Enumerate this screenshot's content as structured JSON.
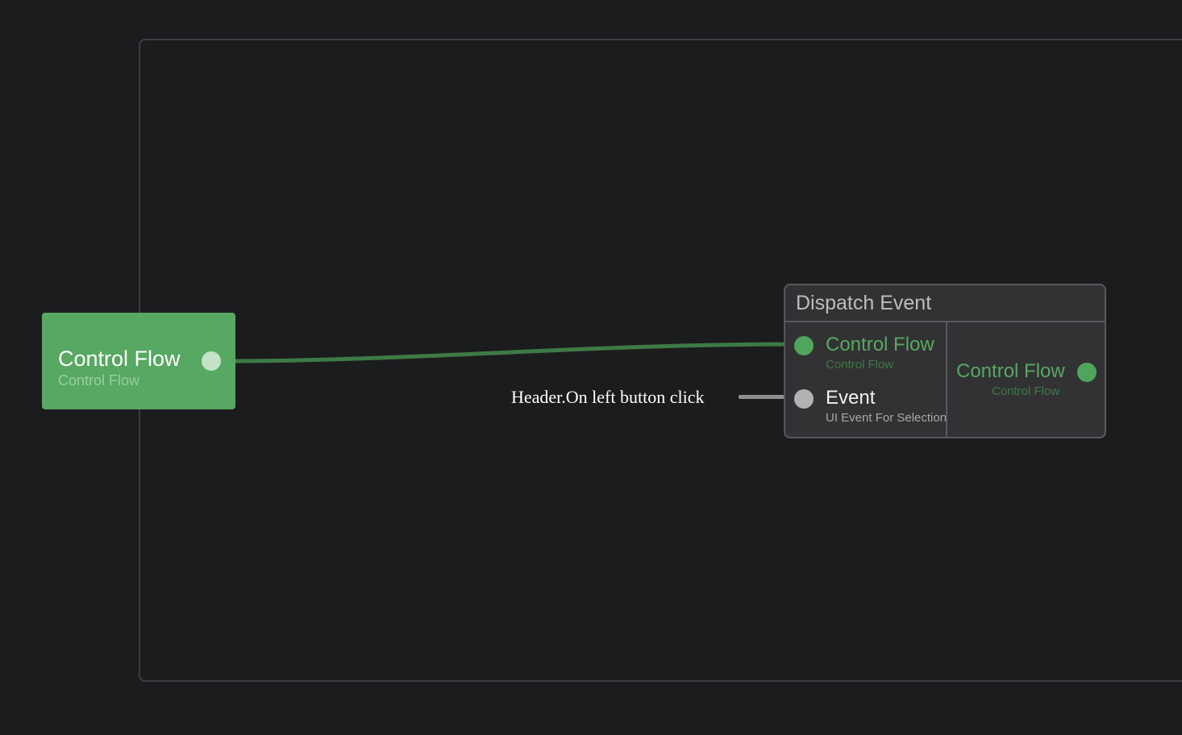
{
  "graph": {
    "start_node": {
      "title": "Control Flow",
      "subtitle": "Control Flow",
      "color": "#57a862"
    },
    "dispatch_node": {
      "title": "Dispatch Event",
      "inputs": [
        {
          "label": "Control Flow",
          "type": "Control Flow",
          "color": "#57a862"
        },
        {
          "label": "Event",
          "type": "UI Event For Selection",
          "color": "#b2b2b4"
        }
      ],
      "outputs": [
        {
          "label": "Control Flow",
          "type": "Control Flow",
          "color": "#57a862"
        }
      ]
    },
    "event_input_value": "Header.On left button click",
    "wire_color": "#3d7a45"
  }
}
